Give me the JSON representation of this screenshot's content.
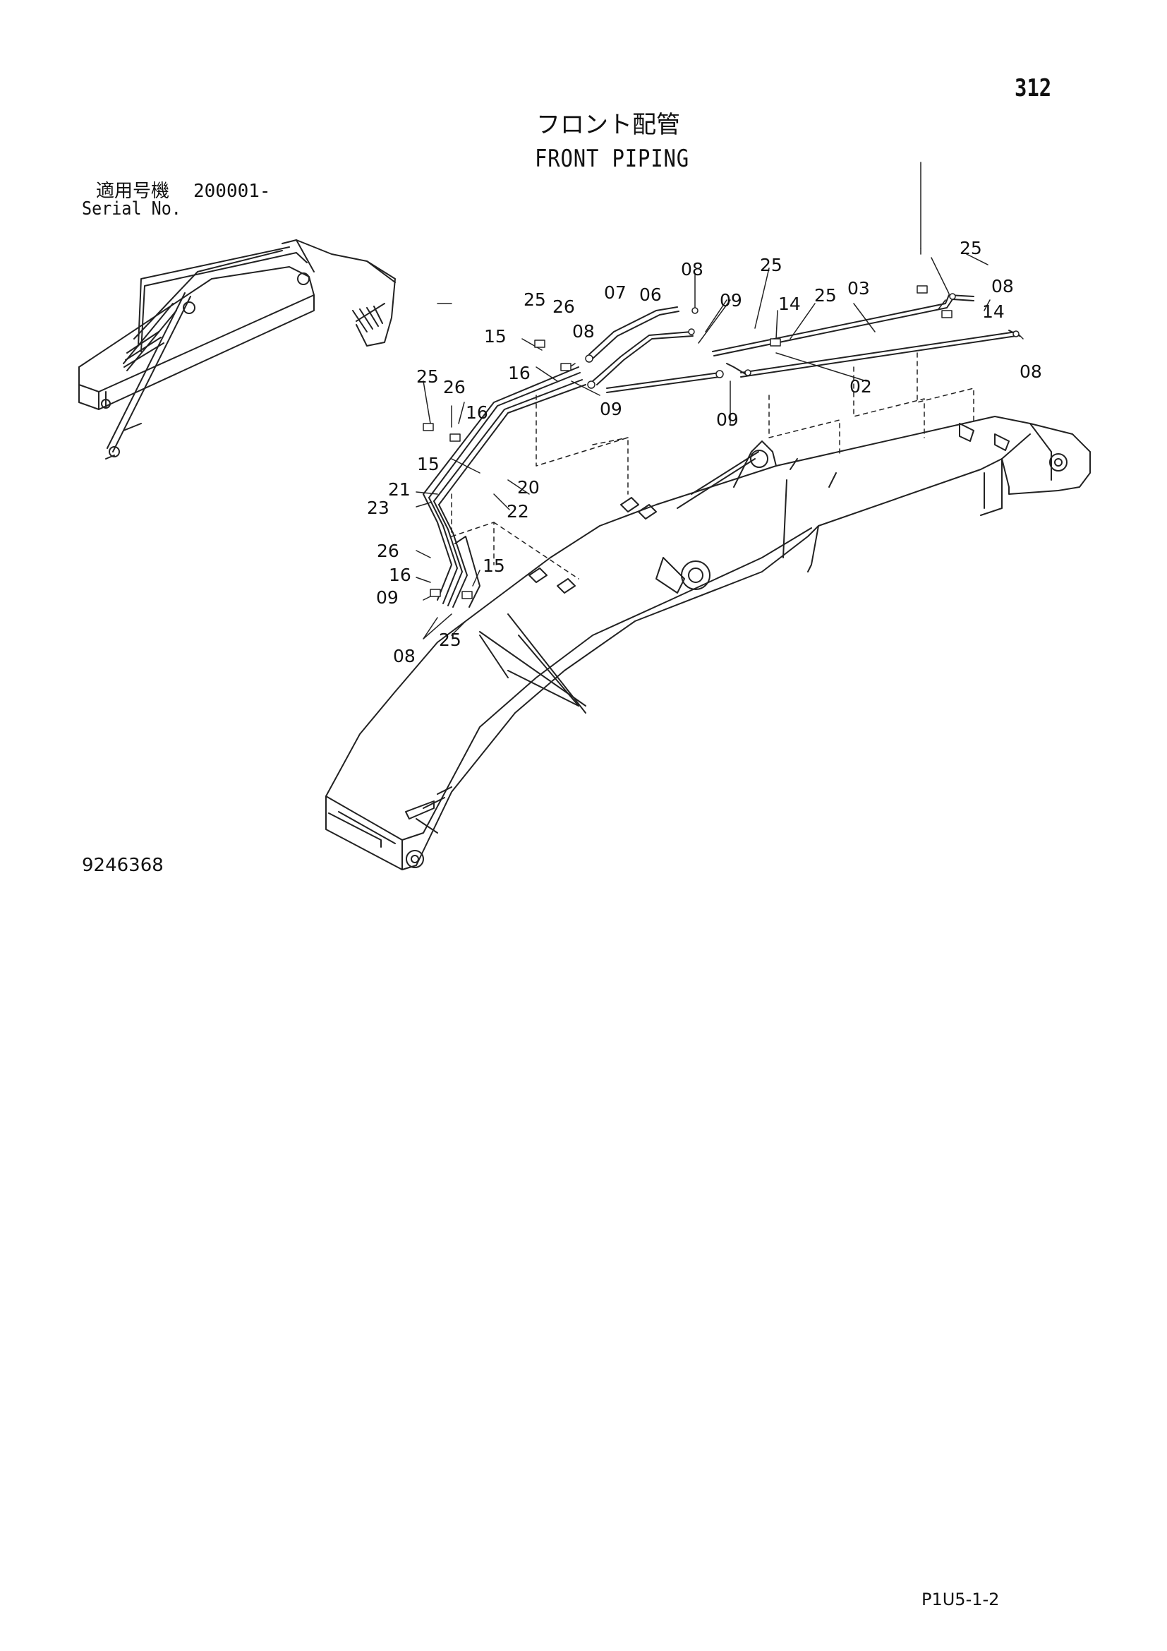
{
  "page_number": "312",
  "title_jp": "フロント配管",
  "title_en": "FRONT PIPING",
  "serial_label_jp": "適用号機",
  "serial_value": "200001-",
  "serial_label_en": "Serial No.",
  "drawing_number": "9246368",
  "page_code": "P1U5-1-2",
  "callouts": [
    "08",
    "25",
    "07",
    "06",
    "09",
    "14",
    "25",
    "03",
    "25",
    "08",
    "14",
    "08",
    "25",
    "26",
    "08",
    "15",
    "16",
    "09",
    "02",
    "09",
    "25",
    "26",
    "16",
    "15",
    "21",
    "23",
    "20",
    "22",
    "26",
    "15",
    "16",
    "09",
    "25",
    "08"
  ]
}
